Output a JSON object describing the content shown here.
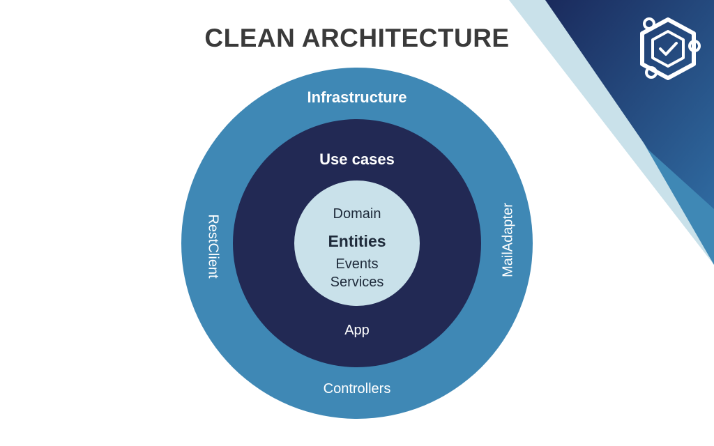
{
  "title": "CLEAN ARCHITECTURE",
  "colors": {
    "outer_ring": "#3f88b5",
    "middle_ring": "#222954",
    "inner_core": "#c9e1ea",
    "corner_dark": "#1d2e62",
    "corner_mid": "#3f88b5",
    "corner_light": "#c9e1ea"
  },
  "layers": {
    "outer": {
      "name": "Infrastructure",
      "left_label": "RestClient",
      "right_label": "MailAdapter",
      "bottom_label": "Controllers"
    },
    "middle": {
      "name": "Use cases",
      "bottom_label": "App"
    },
    "core": {
      "top_label": "Domain",
      "name": "Entities",
      "line1": "Events",
      "line2": "Services"
    }
  },
  "logo": {
    "icon": "hexagon-checkmark-icon"
  }
}
